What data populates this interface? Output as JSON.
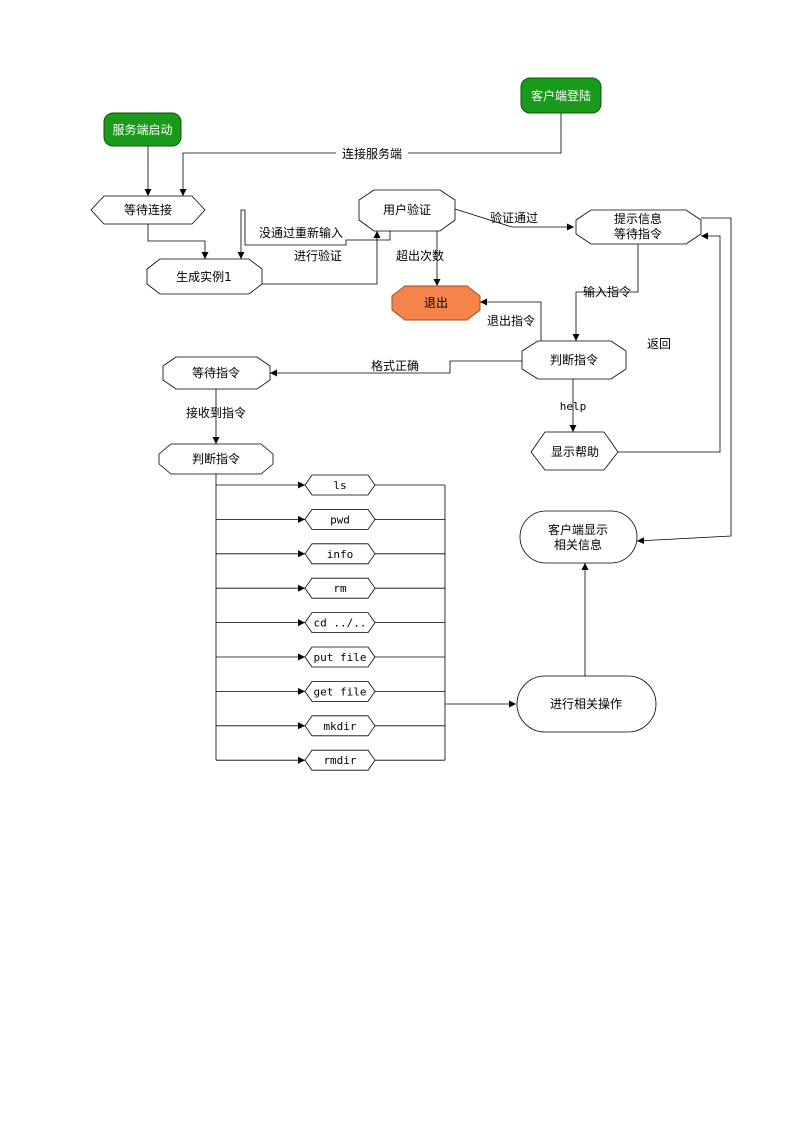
{
  "colors": {
    "start": "#1a9a1a",
    "start_stroke": "#0a5a0a",
    "exit": "#f5844c",
    "exit_stroke": "#a04a1a",
    "line": "#000000"
  },
  "nodes": {
    "server_start": "服务端启动",
    "client_login": "客户端登陆",
    "wait_connect": "等待连接",
    "user_verify": "用户验证",
    "tip_info_1": "提示信息",
    "tip_info_2": "等待指令",
    "create_instance": "生成实例1",
    "exit": "退出",
    "judge_cmd_right": "判断指令",
    "wait_cmd": "等待指令",
    "judge_cmd_left": "判断指令",
    "show_help": "显示帮助",
    "client_show_1": "客户端显示",
    "client_show_2": "相关信息",
    "do_operation": "进行相关操作"
  },
  "commands": [
    "ls",
    "pwd",
    "info",
    "rm",
    "cd ../..",
    "put file",
    "get file",
    "mkdir",
    "rmdir"
  ],
  "edge_labels": {
    "connect_server": "连接服务端",
    "fail_reinput": "没通过重新输入",
    "do_verify": "进行验证",
    "verify_pass": "验证通过",
    "exceed_times": "超出次数",
    "input_cmd": "输入指令",
    "exit_cmd": "退出指令",
    "back": "返回",
    "format_ok": "格式正确",
    "help": "help",
    "received_cmd": "接收到指令"
  }
}
